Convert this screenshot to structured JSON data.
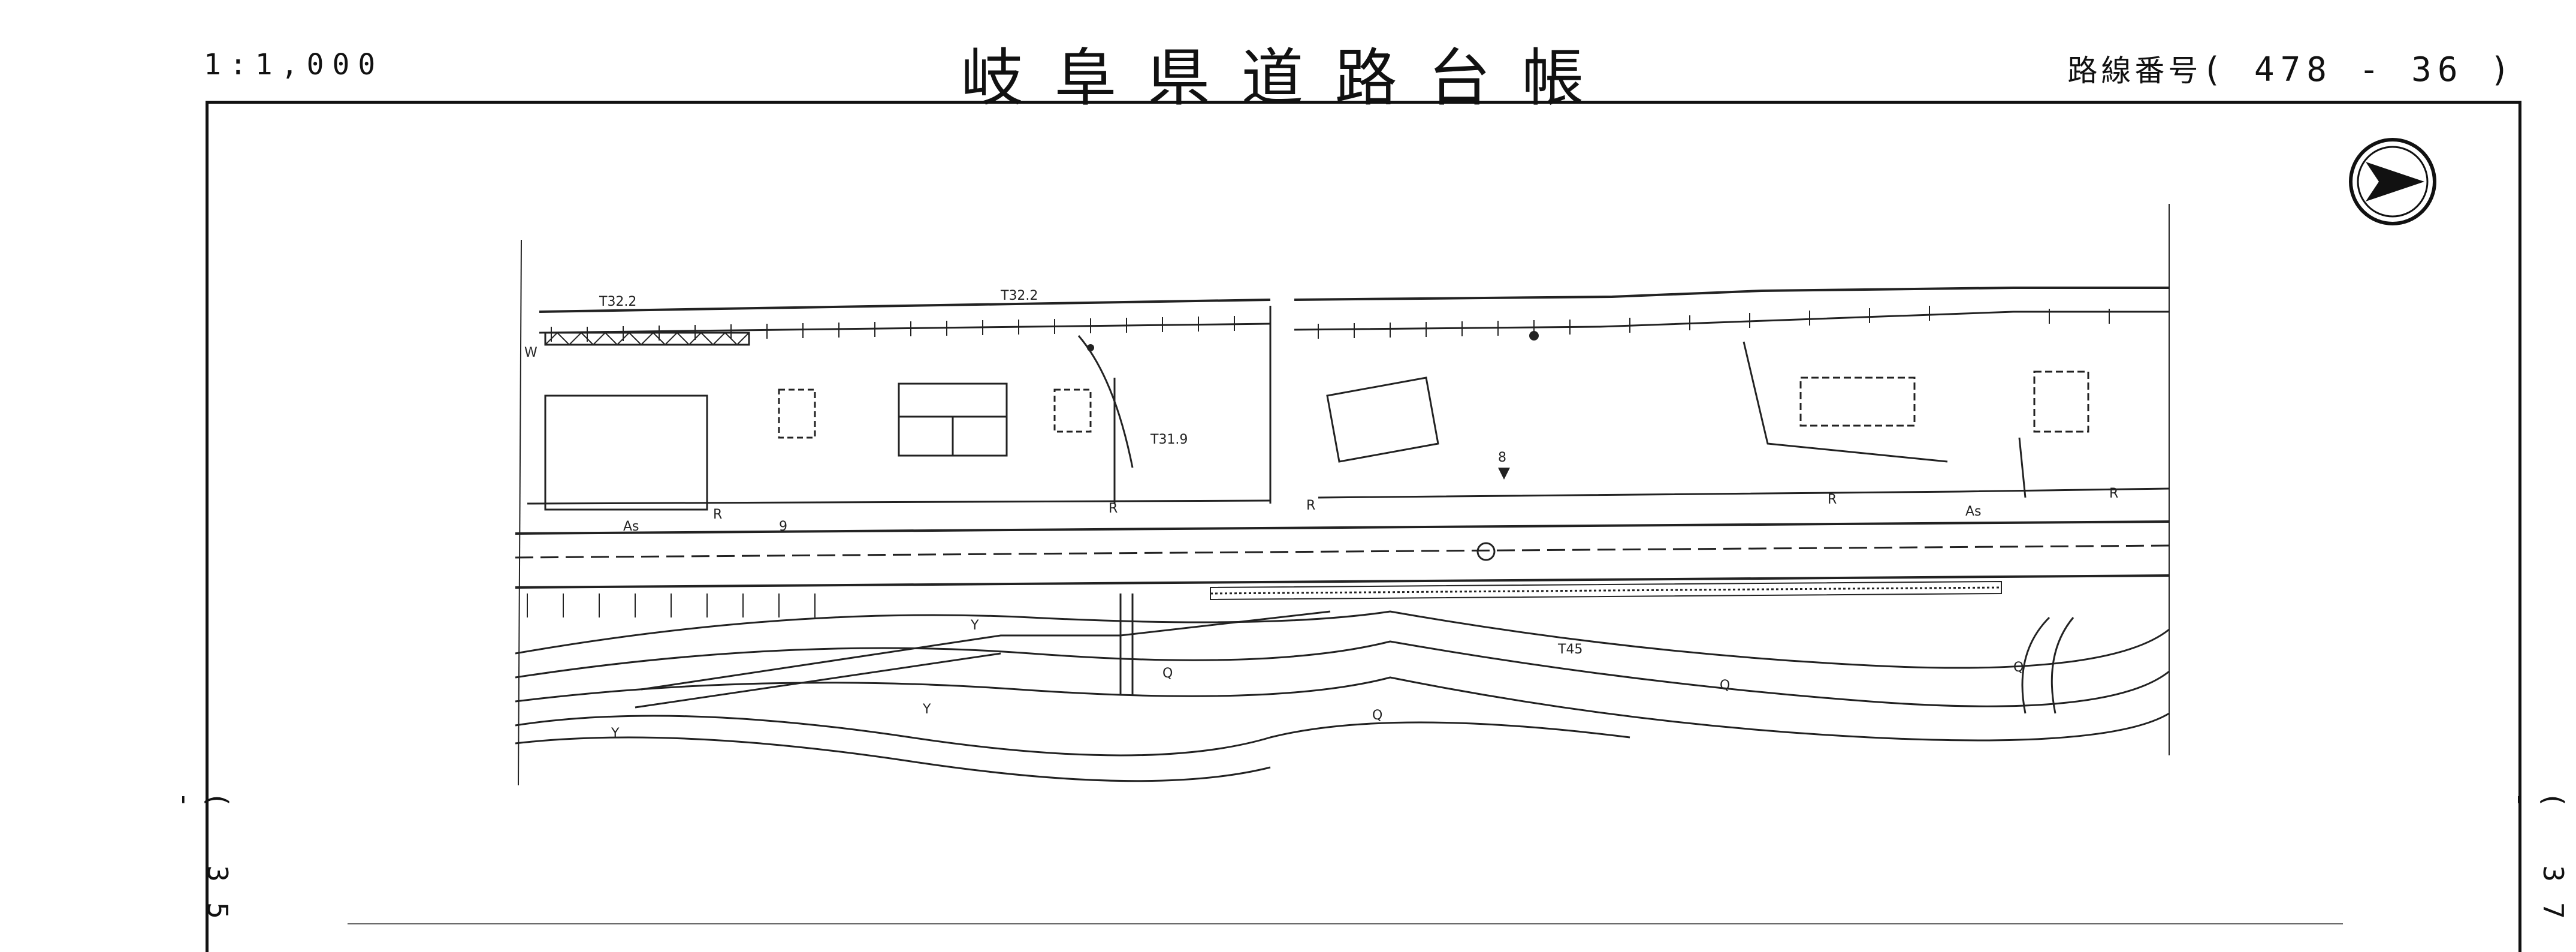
{
  "header": {
    "scale": "1:1,000",
    "title": "岐阜県道路台帳",
    "route_label": "路線番号",
    "route_number": "( 478 -  36 )"
  },
  "sheet_refs": {
    "previous": "( 35 -",
    "next": "( 37 -"
  },
  "map_labels": {
    "elev_1": "T32.2",
    "elev_2": "T32.2",
    "elev_3": "T31.9",
    "elev_4": "T45",
    "point_8": "8",
    "point_9": "9",
    "as_1": "As",
    "as_2": "As",
    "r_1": "R",
    "r_2": "R",
    "r_3": "R",
    "r_4": "R",
    "r_5": "R",
    "y_1": "Y",
    "y_2": "Y",
    "y_3": "Y",
    "q_1": "Q",
    "q_2": "Q",
    "q_3": "Q",
    "q_4": "Q",
    "w_1": "W"
  },
  "icons": {
    "north_arrow": "north-arrow-icon"
  }
}
